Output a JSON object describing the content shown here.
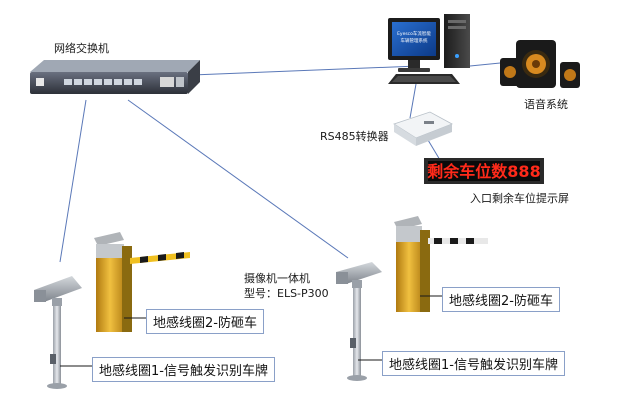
{
  "labels": {
    "switch": "网络交换机",
    "monitor_screen": "Eyesco车流智能\n车辆管理系统",
    "audio": "语音系统",
    "rs485": "RS485转换器",
    "led_display": "剩余车位数888",
    "entrance_display": "入口剩余车位提示屏",
    "camera_line1": "摄像机一体机",
    "camera_line2": "型号：ELS-P300",
    "right_loop2": "地感线圈2-防砸车",
    "right_loop1": "地感线圈1-信号触发识别车牌",
    "left_loop2": "地感线圈2-防砸车",
    "left_loop1": "地感线圈1-信号触发识别车牌"
  },
  "colors": {
    "link_line": "#5a78b8",
    "barrier_yellow": "#d8a020",
    "led_red": "#ff2a1a"
  }
}
